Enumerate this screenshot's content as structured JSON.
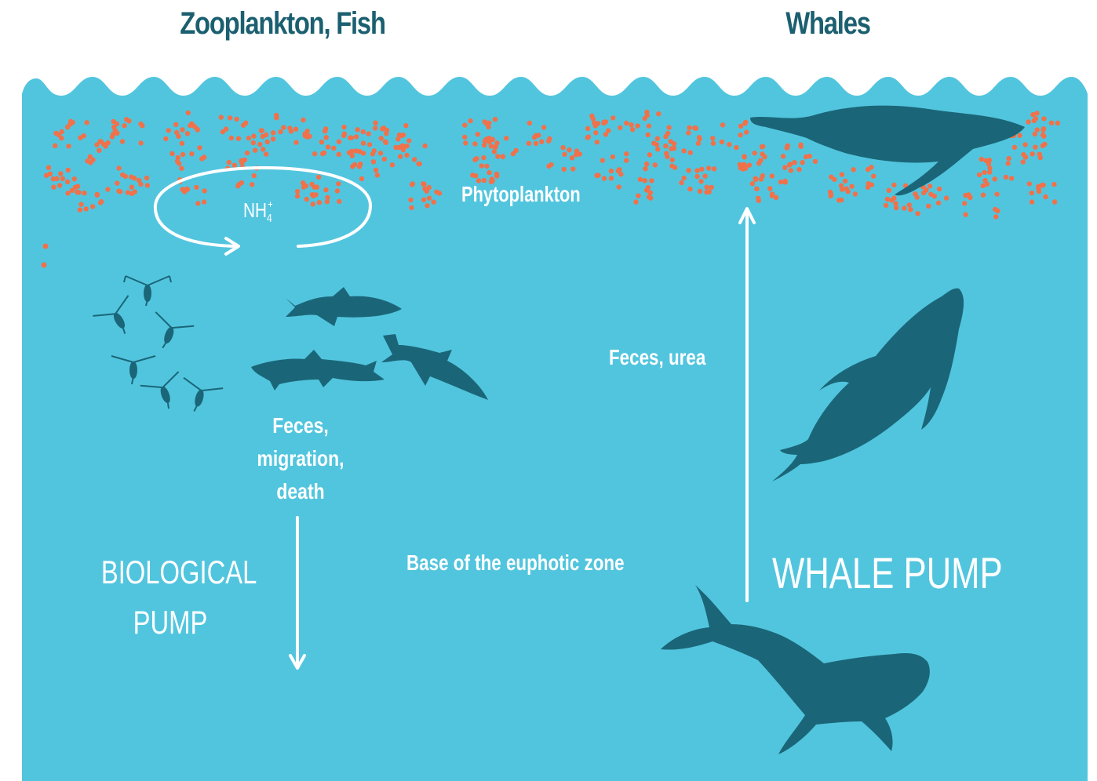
{
  "headings": {
    "left": "Zooplankton, Fish",
    "right": "Whales"
  },
  "labels": {
    "phytoplankton": "Phytoplankton",
    "nh4_base": "NH",
    "nh4_sub": "4",
    "nh4_sup": "+",
    "feces_urea": "Feces, urea",
    "feces_migration_death": [
      "Feces,",
      "migration,",
      "death"
    ],
    "base_euphotic_zone": "Base of the euphotic zone",
    "biological_pump": [
      "BIOLOGICAL",
      "PUMP"
    ],
    "whale_pump": "WHALE PUMP"
  },
  "colors": {
    "ocean": "#52C5DE",
    "heading": "#1B5F70",
    "silhouette": "#1A6678",
    "plankton_dot": "#F0714A",
    "white": "#FFFFFF"
  }
}
